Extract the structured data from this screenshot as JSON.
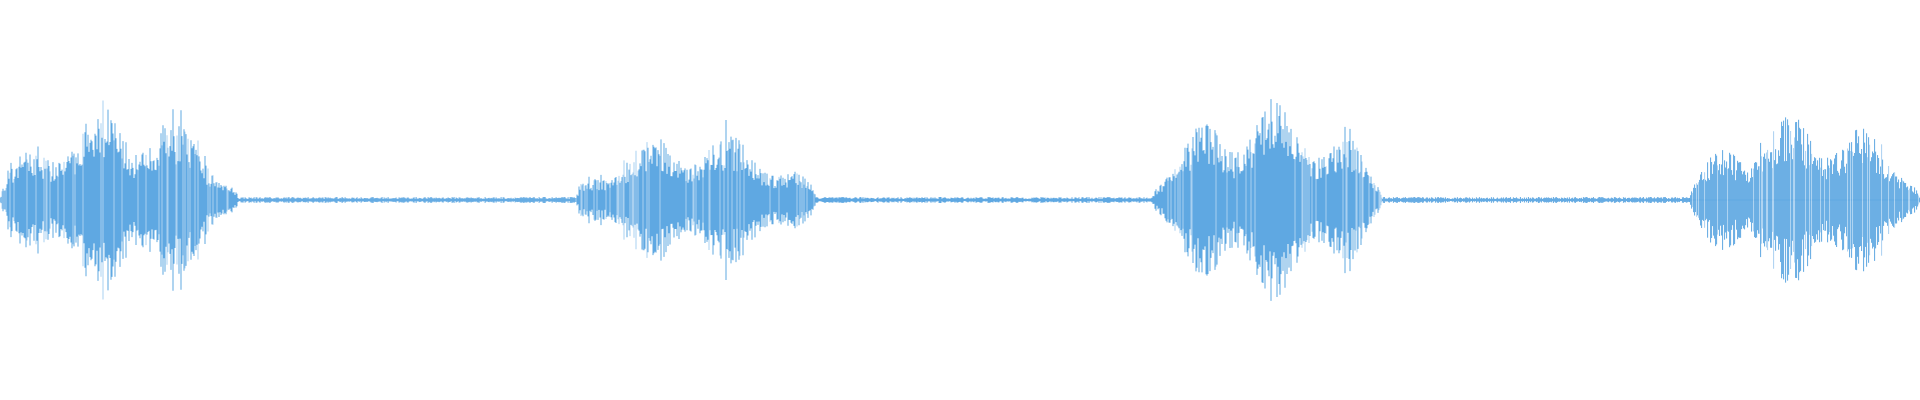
{
  "waveform": {
    "color": "#5FA8E2",
    "color_light": "#A9D0F0",
    "background": "#FFFFFF",
    "segments": [
      {
        "kind": "burst",
        "start": 0.0,
        "end": 0.124,
        "peak": 0.47
      },
      {
        "kind": "silence",
        "start": 0.124,
        "end": 0.3
      },
      {
        "kind": "burst",
        "start": 0.3,
        "end": 0.425,
        "peak": 0.35
      },
      {
        "kind": "silence",
        "start": 0.425,
        "end": 0.6
      },
      {
        "kind": "burst",
        "start": 0.6,
        "end": 0.72,
        "peak": 0.5
      },
      {
        "kind": "silence",
        "start": 0.72,
        "end": 0.88
      },
      {
        "kind": "burst",
        "start": 0.88,
        "end": 1.0,
        "peak": 0.44
      }
    ]
  }
}
